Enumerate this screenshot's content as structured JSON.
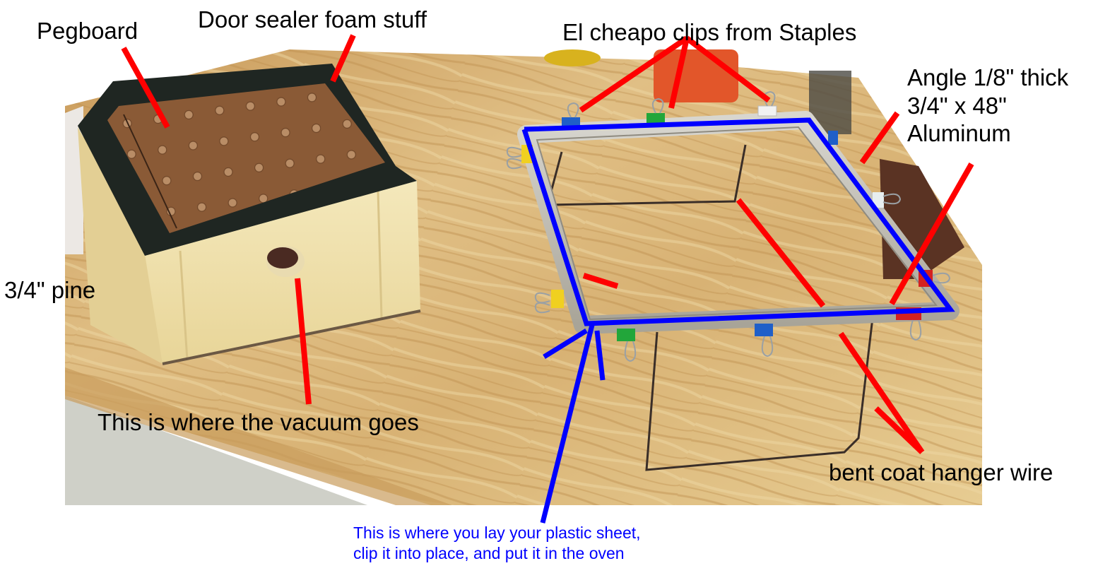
{
  "labels": {
    "pegboard": "Pegboard",
    "door_sealer": "Door sealer foam stuff",
    "clips": "El cheapo clips from Staples",
    "angle": {
      "line1": "Angle 1/8\" thick",
      "line2": "3/4\" x 48\"",
      "line3": "Aluminum"
    },
    "pine": "3/4\" pine",
    "vacuum": "This is where the vacuum goes",
    "wire": "bent coat hanger wire",
    "plastic_sheet": {
      "line1": "This is where you lay your plastic sheet,",
      "line2": "clip it  into place, and put it in the oven"
    }
  },
  "colors": {
    "pointer_red": "#ff0000",
    "pointer_blue": "#0000ff",
    "countertop": "#d9b77a",
    "countertop_dark": "#c49a58",
    "pine": "#f0e2ae",
    "pegboard": "#8a5a36",
    "foam_seal": "#1f2622",
    "aluminum": "#b9b4a8",
    "wire": "#3a2e28"
  },
  "clip_colors": [
    "#1f5fc8",
    "#22a63a",
    "#f2f2f2",
    "#f0d020",
    "#d42020"
  ]
}
